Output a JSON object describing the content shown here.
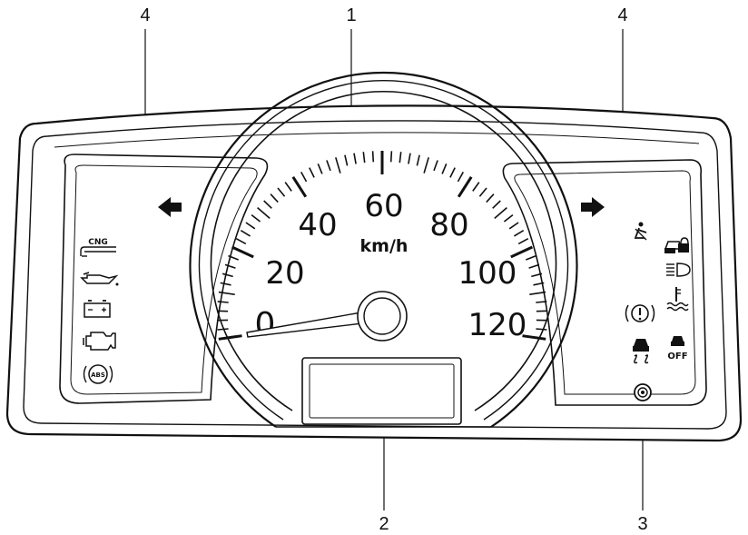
{
  "callouts": {
    "top_left": "4",
    "top_center": "1",
    "top_right": "4",
    "bottom_center": "2",
    "bottom_right": "3"
  },
  "speedometer": {
    "unit": "km/h",
    "labels": [
      "0",
      "20",
      "40",
      "60",
      "80",
      "100",
      "120"
    ]
  },
  "indicators": {
    "cng_label": "CNG",
    "abs_label": "ABS",
    "off_label": "OFF",
    "brake_symbol": "(!)"
  }
}
